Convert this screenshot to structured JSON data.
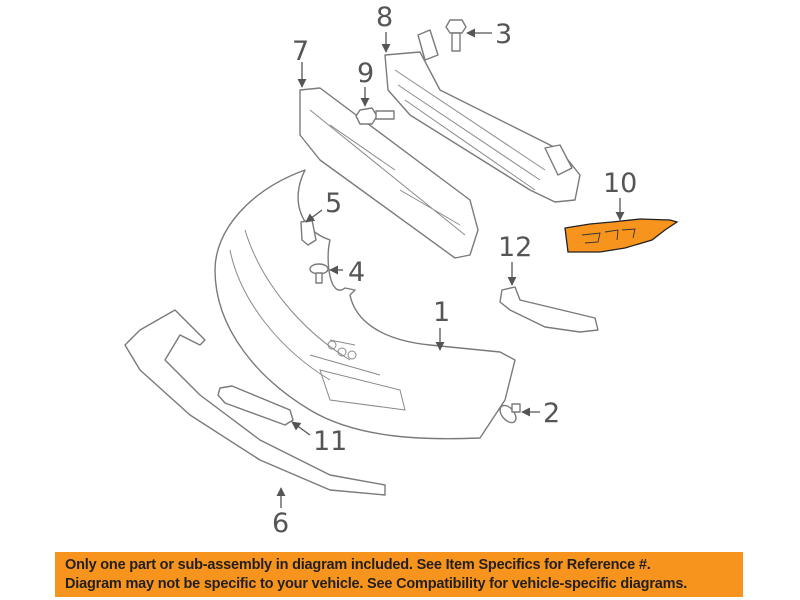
{
  "diagram": {
    "title": "Front bumper assembly parts diagram",
    "highlight_color": "#f7941d",
    "highlighted_part": "10",
    "callouts": [
      {
        "id": "1",
        "label": "1",
        "part": "bumper-cover"
      },
      {
        "id": "2",
        "label": "2",
        "part": "push-clip"
      },
      {
        "id": "3",
        "label": "3",
        "part": "bolt"
      },
      {
        "id": "4",
        "label": "4",
        "part": "push-retainer"
      },
      {
        "id": "5",
        "label": "5",
        "part": "clip-bracket"
      },
      {
        "id": "6",
        "label": "6",
        "part": "lower-spoiler"
      },
      {
        "id": "7",
        "label": "7",
        "part": "energy-absorber"
      },
      {
        "id": "8",
        "label": "8",
        "part": "reinforcement-beam"
      },
      {
        "id": "9",
        "label": "9",
        "part": "bolt"
      },
      {
        "id": "10",
        "label": "10",
        "part": "side-bracket"
      },
      {
        "id": "11",
        "label": "11",
        "part": "fog-lamp-cover"
      },
      {
        "id": "12",
        "label": "12",
        "part": "side-bracket"
      }
    ]
  },
  "banner": {
    "line1": "Only one part or sub-assembly in diagram included. See Item Specifics for Reference #.",
    "line2": "Diagram may not be specific to your vehicle. See Compatibility for vehicle-specific diagrams.",
    "background": "#f7941d"
  }
}
